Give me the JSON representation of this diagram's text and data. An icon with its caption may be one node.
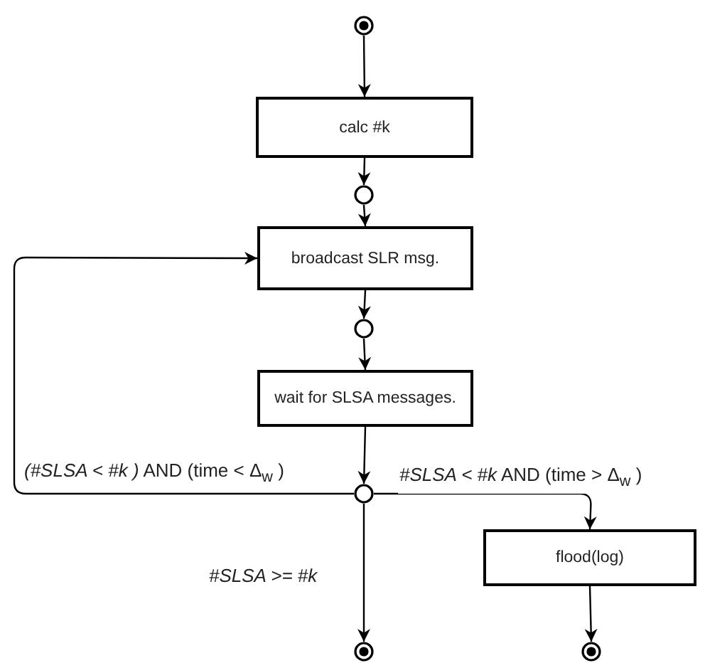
{
  "diagram": {
    "nodes": [
      {
        "text": [],
        "shape": "bullseye"
      },
      {
        "text": [
          "calc #k"
        ]
      },
      {
        "text": [],
        "shape": "circle"
      },
      {
        "text": [
          "broadcast SLR msg."
        ]
      },
      {
        "text": [],
        "shape": "circle"
      },
      {
        "text": [
          "wait for SLSA messages."
        ]
      },
      {
        "text": [],
        "shape": "circle"
      },
      {
        "text": [
          "flood(log)"
        ]
      },
      {
        "text": [],
        "shape": "bullseye"
      },
      {
        "text": [],
        "shape": "bullseye"
      }
    ],
    "edges": [
      {
        "from": 0,
        "to": 1,
        "arrow": "to"
      },
      {
        "from": 1,
        "to": 2,
        "arrow": "to"
      },
      {
        "from": 2,
        "to": 3,
        "arrow": "to"
      },
      {
        "from": 3,
        "to": 4,
        "arrow": "to"
      },
      {
        "from": 4,
        "to": 5,
        "arrow": "to"
      },
      {
        "from": 5,
        "to": 6,
        "arrow": "to"
      },
      {
        "from": 6,
        "to": 3,
        "arrow": "to",
        "label": "*(#SLSA < #k )* AND (time < Δ$_{w}$ )"
      },
      {
        "from": 6,
        "to": 7,
        "arrow": "to",
        "label": "*#SLSA < #k* AND (time > Δ$_{w}$ )"
      },
      {
        "from": 6,
        "to": 8,
        "arrow": "to",
        "label": "#SLSA >= #k"
      },
      {
        "from": 7,
        "to": 9,
        "arrow": "to"
      }
    ]
  }
}
